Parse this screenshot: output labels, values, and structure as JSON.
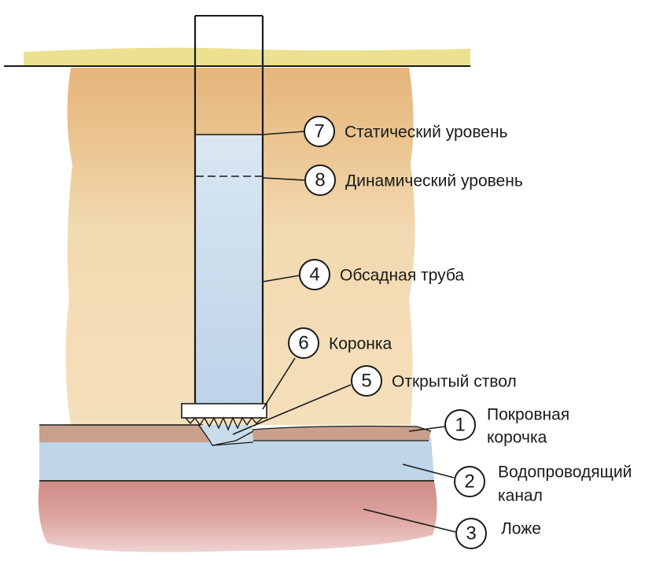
{
  "colors": {
    "ground_strip": "#e8dc7a",
    "soil_top": "#e6b77a",
    "soil_main": "#efd2a4",
    "crust": "#c99c88",
    "aquifer": "#bcd3e6",
    "bed": "#d99a96",
    "water": "#c9dcec",
    "pipe_outline": "#1a1a1a"
  },
  "callouts": [
    {
      "id": "7",
      "number": "7",
      "lines": [
        "Статический уровень"
      ]
    },
    {
      "id": "8",
      "number": "8",
      "lines": [
        "Динамический уровень"
      ]
    },
    {
      "id": "4",
      "number": "4",
      "lines": [
        "Обсадная труба"
      ]
    },
    {
      "id": "6",
      "number": "6",
      "lines": [
        "Коронка"
      ]
    },
    {
      "id": "5",
      "number": "5",
      "lines": [
        "Открытый ствол"
      ]
    },
    {
      "id": "1",
      "number": "1",
      "lines": [
        "Покровная",
        "корочка"
      ]
    },
    {
      "id": "2",
      "number": "2",
      "lines": [
        "Водопроводящий",
        "канал"
      ]
    },
    {
      "id": "3",
      "number": "3",
      "lines": [
        "Ложе"
      ]
    }
  ]
}
